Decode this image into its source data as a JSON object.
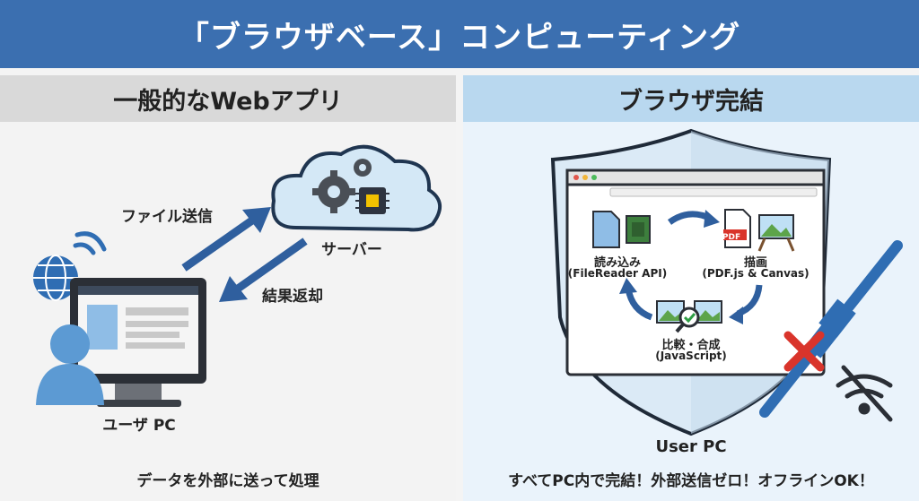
{
  "title": "「ブラウザベース」コンピューティング",
  "left": {
    "header": "一般的なWebアプリ",
    "upload_label": "ファイル送信",
    "server_label": "サーバー",
    "return_label": "結果返却",
    "user_label": "ユーザ PC",
    "caption": "データを外部に送って処理"
  },
  "right": {
    "header": "ブラウザ完結",
    "step1_label": "読み込み",
    "step1_sub": "(FileReader API)",
    "step2_label": "描画",
    "step2_sub": "(PDF.js & Canvas)",
    "step3_label": "比較・合成",
    "step3_sub": "(JavaScript)",
    "pdf_badge": "PDF",
    "user_label": "User PC",
    "caption": "すべてPC内で完結！外部送信ゼロ！オフラインOK！"
  },
  "colors": {
    "banner": "#3b6fb0",
    "arrow": "#2f5f9e",
    "cloud": "#d4e8f6",
    "shield": "#dbeaf6",
    "accent_red": "#d9342b"
  },
  "icons": [
    "globe-icon",
    "wifi-icon",
    "monitor-icon",
    "user-icon",
    "cloud-icon",
    "gear-icon",
    "chip-icon",
    "shield-icon",
    "browser-icon",
    "file-icon",
    "pdf-icon",
    "image-icon",
    "magnifier-icon",
    "network-cable-icon",
    "no-wifi-icon",
    "cross-icon"
  ]
}
